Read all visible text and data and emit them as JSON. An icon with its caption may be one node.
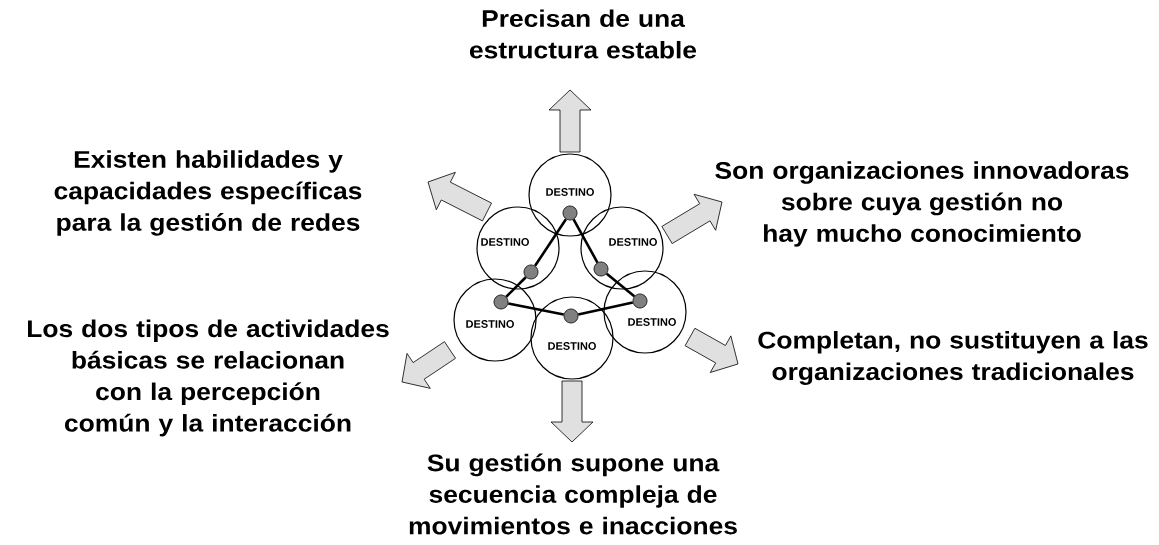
{
  "diagram": {
    "nodes": [
      {
        "text": [
          "Precisan de una estructura estable"
        ]
      },
      {
        "text": [
          "Existen habilidades y capacidades específicas para la gestión de redes"
        ]
      },
      {
        "text": [
          "Son organizaciones innovadoras sobre cuya gestión no hay mucho conocimiento"
        ]
      },
      {
        "text": [
          "Los dos tipos de actividades básicas se relacionan con la percepción común y la interacción"
        ]
      },
      {
        "text": [
          "Completan, no sustituyen a las organizaciones tradicionales"
        ]
      },
      {
        "text": [
          "Su gestión supone una secuencia compleja de movimientos e inacciones"
        ]
      },
      {
        "text": [
          "DESTINO"
        ]
      },
      {
        "text": [
          "DESTINO"
        ]
      },
      {
        "text": [
          "DESTINO"
        ]
      },
      {
        "text": [
          "DESTINO"
        ]
      },
      {
        "text": [
          "DESTINO"
        ]
      },
      {
        "text": [
          "DESTINO"
        ]
      },
      {
        "text": [],
        "shape": "circle",
        "in": 6
      },
      {
        "text": [],
        "shape": "circle",
        "in": 7
      },
      {
        "text": [],
        "shape": "circle",
        "in": 8
      },
      {
        "text": [],
        "shape": "circle",
        "in": 9
      },
      {
        "text": [],
        "shape": "circle",
        "in": 10
      },
      {
        "text": [],
        "shape": "circle",
        "in": 11
      }
    ],
    "edges": [
      {
        "from": 6,
        "to": 0,
        "arrow": "to"
      },
      {
        "from": 7,
        "to": 1,
        "arrow": "to"
      },
      {
        "from": 8,
        "to": 2,
        "arrow": "to"
      },
      {
        "from": 9,
        "to": 3,
        "arrow": "to"
      },
      {
        "from": 10,
        "to": 4,
        "arrow": "to"
      },
      {
        "from": 11,
        "to": 5,
        "arrow": "to"
      },
      {
        "from": 12,
        "to": 13,
        "arrow": "none"
      },
      {
        "from": 13,
        "to": 15,
        "arrow": "none"
      },
      {
        "from": 15,
        "to": 17,
        "arrow": "none"
      },
      {
        "from": 17,
        "to": 16,
        "arrow": "none"
      },
      {
        "from": 16,
        "to": 14,
        "arrow": "none"
      },
      {
        "from": 14,
        "to": 12,
        "arrow": "none"
      }
    ]
  }
}
